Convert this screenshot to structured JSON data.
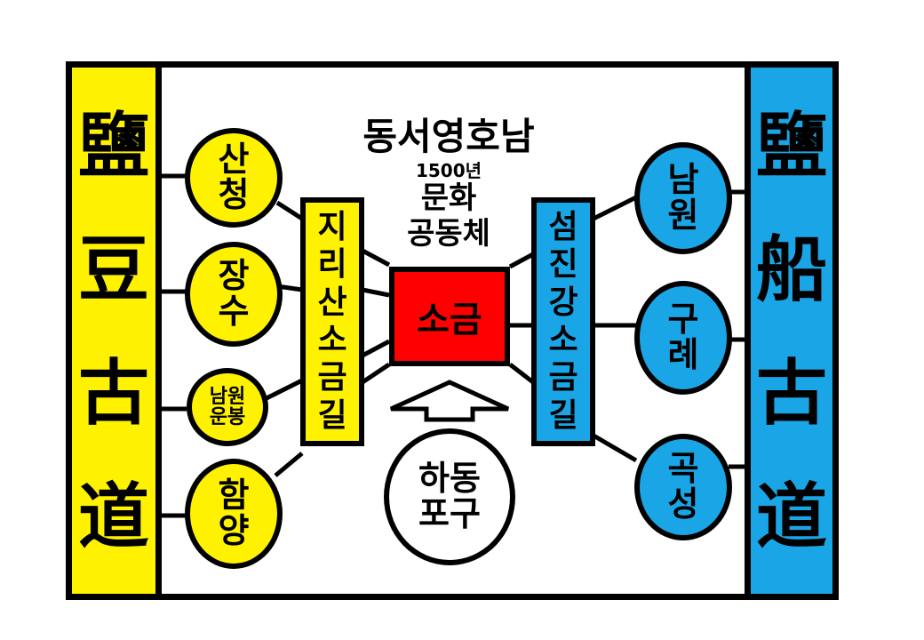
{
  "title": "동서영호남",
  "subtitle_year": "1500년",
  "subtitle_lines": [
    "문화",
    "공동체"
  ],
  "center_node": "소금",
  "left_sidebar": {
    "chars": [
      "鹽",
      "豆",
      "古",
      "道"
    ],
    "color": "#fff200"
  },
  "right_sidebar": {
    "chars": [
      "鹽",
      "船",
      "古",
      "道"
    ],
    "color": "#1aa6e6"
  },
  "left_towns": [
    {
      "lines": [
        "산",
        "청"
      ]
    },
    {
      "lines": [
        "장",
        "수"
      ]
    },
    {
      "lines": [
        "남원",
        "운봉"
      ]
    },
    {
      "lines": [
        "함",
        "양"
      ]
    }
  ],
  "left_road": {
    "chars": [
      "지",
      "리",
      "산",
      "소",
      "금",
      "길"
    ]
  },
  "right_road": {
    "chars": [
      "섬",
      "진",
      "강",
      "소",
      "금",
      "길"
    ]
  },
  "right_towns": [
    {
      "lines": [
        "남",
        "원"
      ]
    },
    {
      "lines": [
        "구",
        "례"
      ]
    },
    {
      "lines": [
        "곡",
        "성"
      ]
    }
  ],
  "port": {
    "lines": [
      "하동",
      "포구"
    ]
  },
  "colors": {
    "yellow": "#fff200",
    "blue": "#1aa6e6",
    "red": "#ff0000",
    "line": "#000000"
  }
}
